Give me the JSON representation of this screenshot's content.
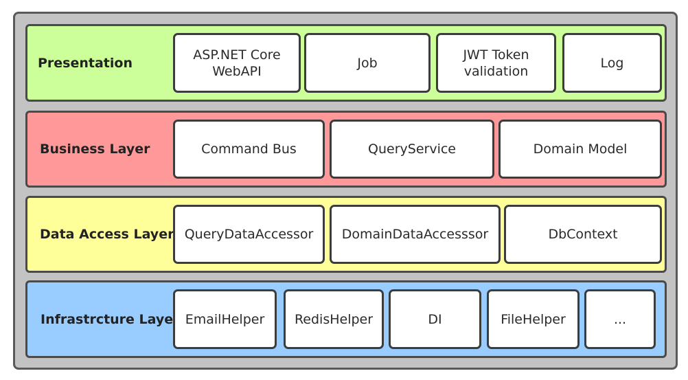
{
  "colors": {
    "frame": "#c3c3c3",
    "presentation": "#ccff99",
    "business": "#ff9999",
    "data_access": "#ffff99",
    "infrastructure": "#99ccff"
  },
  "layers": [
    {
      "title": "Presentation",
      "components": [
        "ASP.NET Core\nWebAPI",
        "Job",
        "JWT Token\nvalidation",
        "Log"
      ]
    },
    {
      "title": "Business Layer",
      "components": [
        "Command Bus",
        "QueryService",
        "Domain Model"
      ]
    },
    {
      "title": "Data Access Layer",
      "components": [
        "QueryDataAccessor",
        "DomainDataAccesssor",
        "DbContext"
      ]
    },
    {
      "title": "Infrastrcture Layer",
      "components": [
        "EmailHelper",
        "RedisHelper",
        "DI",
        "FileHelper",
        "..."
      ]
    }
  ]
}
